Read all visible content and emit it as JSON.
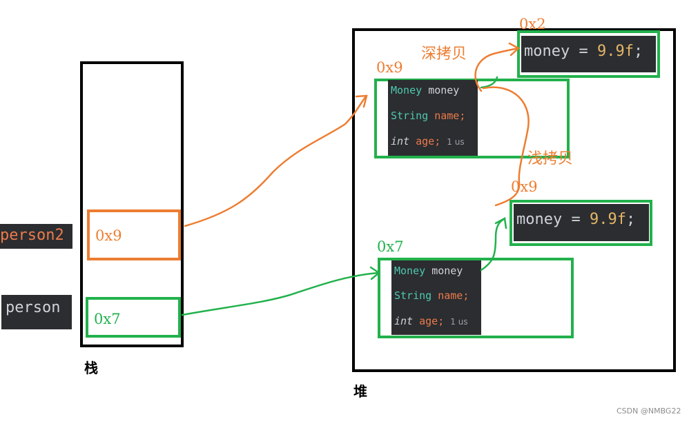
{
  "stack": {
    "label": "栈",
    "cells": [
      {
        "var": "person2",
        "value": "0x9"
      },
      {
        "var": "person",
        "value": "0x7"
      }
    ]
  },
  "heap": {
    "label": "堆",
    "objects": [
      {
        "addr": "0x9",
        "lines": [
          {
            "type": "Money",
            "field": "money"
          },
          {
            "type": "String",
            "field": "name;"
          },
          {
            "type": "int",
            "field": "age;",
            "hint": "1 us"
          }
        ]
      },
      {
        "addr": "0x7",
        "lines": [
          {
            "type": "Money",
            "field": "money"
          },
          {
            "type": "String",
            "field": "name;"
          },
          {
            "type": "int",
            "field": "age;",
            "hint": "1 us"
          }
        ]
      }
    ],
    "money_objects": [
      {
        "addr": "0x2",
        "text_a": "money = ",
        "text_b": "9.9f",
        "text_c": ";"
      },
      {
        "addr": "0x9",
        "text_a": "money = ",
        "text_b": "9.9f",
        "text_c": ";"
      }
    ]
  },
  "annotations": {
    "deep_copy": "深拷贝",
    "shallow_copy": "浅拷贝"
  },
  "colors": {
    "orange": "#ed7d31",
    "green": "#22b14c",
    "code_bg": "#2b2d30"
  },
  "watermark": "CSDN @NMBG22"
}
